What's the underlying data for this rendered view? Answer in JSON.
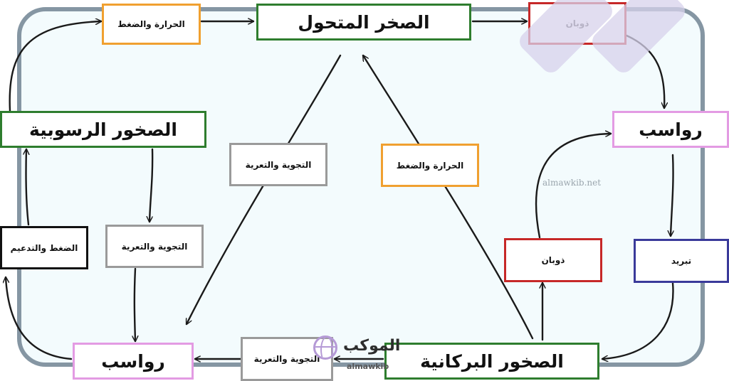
{
  "boxes": {
    "metamorphic": "الصخر المتحول",
    "sedimentary": "الصخور الرسوبية",
    "volcanic": "الصخور البركانية",
    "heat_pressure_top": "الحرارة والضغط",
    "heat_pressure_center": "الحرارة والضغط",
    "melting_top": "ذوبان",
    "melting_right": "ذوبان",
    "sediments_right": "رواسب",
    "sediments_bottom": "رواسب",
    "cooling": "تبريد",
    "weathering_center": "التجوية والتعرية",
    "weathering_left": "التجوية والتعرية",
    "weathering_bottom": "التجوية والتعرية",
    "compaction": "الضغط والتدعيم"
  },
  "watermark": {
    "site": "almawkib.net",
    "logo_name": "الموكب",
    "logo_latin": "almawkib"
  },
  "colors": {
    "frame": "#8596a3",
    "background": "#f3fbfd",
    "green": "#2e7d2e",
    "orange": "#f0a030",
    "gray": "#9a9a9a",
    "pink": "#e39be3",
    "red": "#c62828",
    "navy": "#3a3a9a",
    "arrow": "#1a1a1a"
  }
}
